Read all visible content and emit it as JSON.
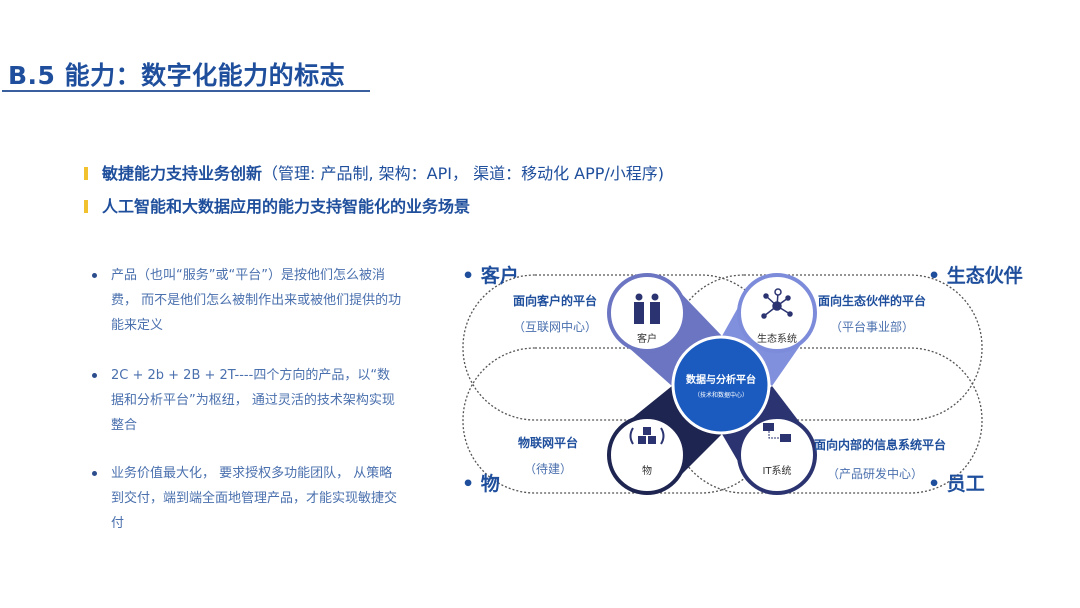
{
  "title": "B.5 能力：数字化能力的标志",
  "highlights": [
    {
      "bold": "敏捷能力支持业务创新",
      "rest": "（管理: 产品制, 架构：API， 渠道：移动化 APP/小程序)"
    },
    {
      "bold": "人工智能和大数据应用的能力支持智能化的业务场景",
      "rest": ""
    }
  ],
  "points": [
    "产品（也叫“服务”或“平台”）是按他们怎么被消费， 而不是他们怎么被制作出来或被他们提供的功能来定义",
    "2C + 2b + 2B + 2T----四个方向的产品，以“数据和分析平台”为枢纽， 通过灵活的技术架构实现整合",
    "业务价值最大化， 要求授权多功能团队， 从策略到交付，端到端全面地管理产品，才能实现敏捷交付"
  ],
  "diagram": {
    "corners": {
      "tl": "• 客户",
      "tr": "• 生态伙伴",
      "bl": "• 物",
      "br": "• 员工"
    },
    "platforms": {
      "tl": {
        "name": "面向客户的平台",
        "sub": "（互联网中心）"
      },
      "tr": {
        "name": "面向生态伙伴的平台",
        "sub": "（平台事业部）"
      },
      "bl": {
        "name": "物联网平台",
        "sub": "（待建）"
      },
      "br": {
        "name": "面向内部的信息系统平台",
        "sub": "（产品研发中心）"
      }
    },
    "circles": {
      "tl": "客户",
      "tr": "生态系统",
      "bl": "物",
      "br": "IT系统"
    },
    "center": {
      "name": "数据与分析平台",
      "sub": "（技术和数据中心）"
    },
    "icons": {
      "tl": "people-icon",
      "tr": "network-icon",
      "bl": "iot-cubes-icon",
      "br": "computers-icon"
    },
    "colors": {
      "center": "#1b5bbf",
      "band_light": "#6f7fd0",
      "band_dark": "#1d2550",
      "accent": "#f2c12e"
    }
  }
}
